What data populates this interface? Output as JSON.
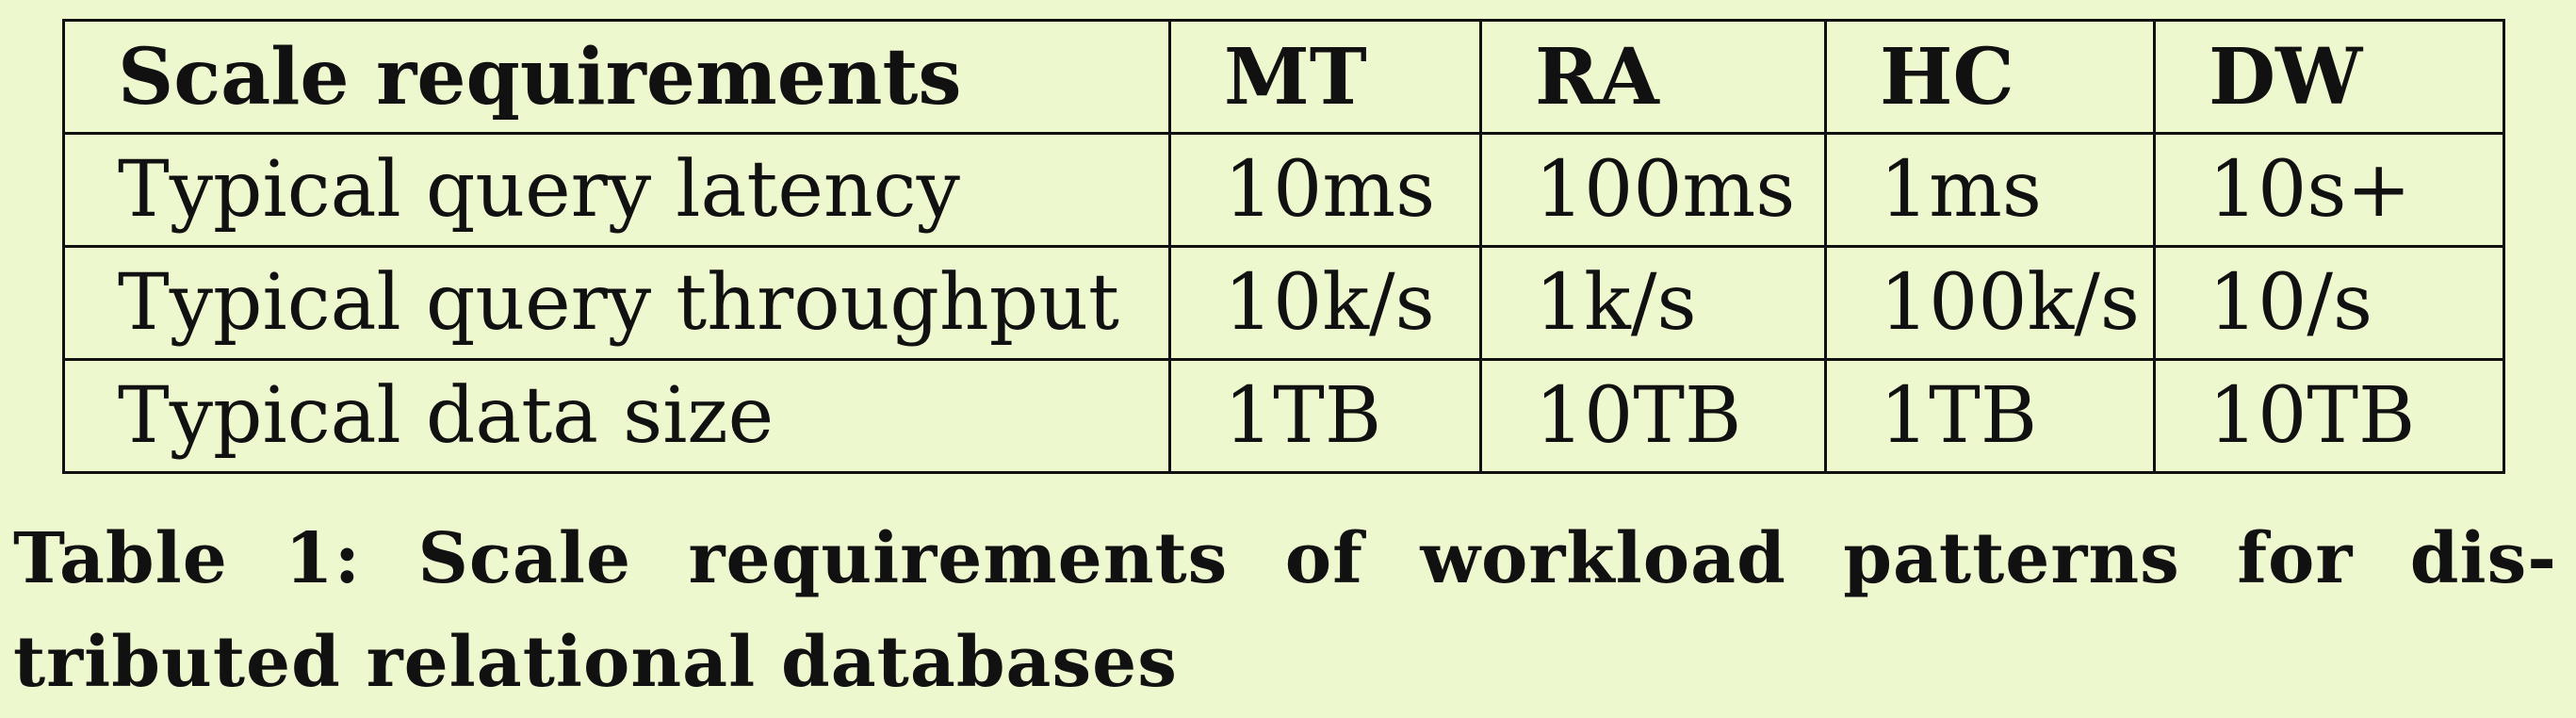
{
  "table": {
    "header": [
      "Scale requirements",
      "MT",
      "RA",
      "HC",
      "DW"
    ],
    "rows": [
      [
        "Typical query latency",
        "10ms",
        "100ms",
        "1ms",
        "10s+"
      ],
      [
        "Typical query throughput",
        "10k/s",
        "1k/s",
        "100k/s",
        "10/s"
      ],
      [
        "Typical data size",
        "1TB",
        "10TB",
        "1TB",
        "10TB"
      ]
    ]
  },
  "caption": {
    "line1": "Table 1: Scale requirements of workload patterns for dis-",
    "line2": "tributed relational databases"
  },
  "colors": {
    "background": "#eef8cf",
    "text": "#111111",
    "border": "#111111"
  }
}
